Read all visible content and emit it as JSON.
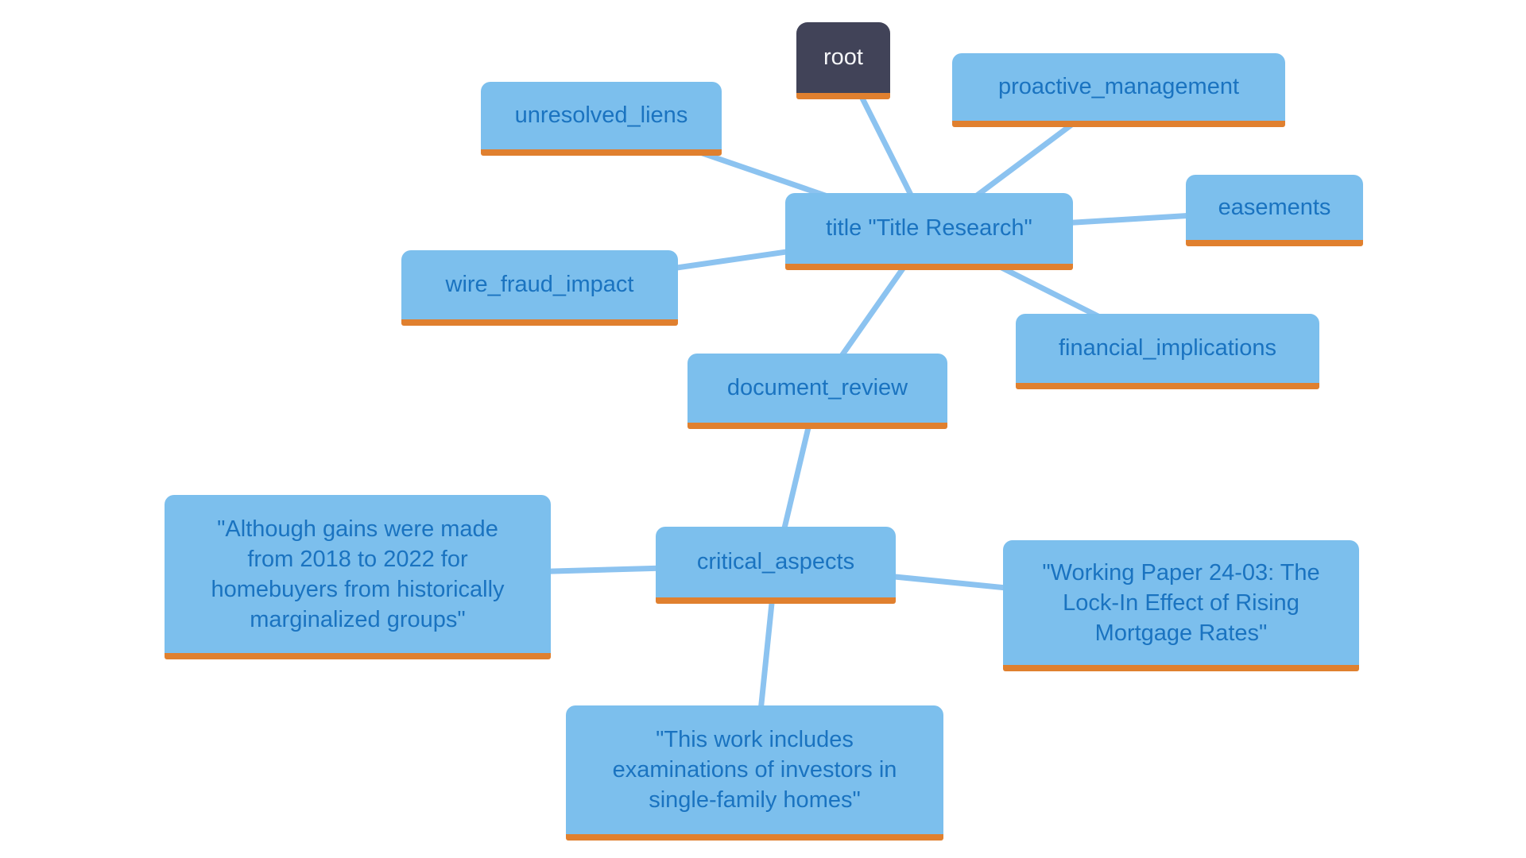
{
  "diagram_type": "mind-map",
  "nodes": {
    "root": {
      "label": "root"
    },
    "title": {
      "label": "title \"Title Research\""
    },
    "unresolved_liens": {
      "label": "unresolved_liens"
    },
    "proactive_management": {
      "label": "proactive_management"
    },
    "easements": {
      "label": "easements"
    },
    "wire_fraud_impact": {
      "label": "wire_fraud_impact"
    },
    "financial_implications": {
      "label": "financial_implications"
    },
    "document_review": {
      "label": "document_review"
    },
    "critical_aspects": {
      "label": "critical_aspects"
    },
    "quote_gains": {
      "label": "\"Although gains were made\nfrom 2018 to 2022 for\nhomebuyers from historically\nmarginalized groups\""
    },
    "quote_working_paper": {
      "label": "\"Working Paper 24-03: The\nLock-In Effect of Rising\nMortgage Rates\""
    },
    "quote_investors": {
      "label": "\"This work includes\nexaminations of investors in\nsingle-family homes\""
    }
  },
  "edges": [
    {
      "from": "root",
      "to": "title"
    },
    {
      "from": "unresolved_liens",
      "to": "title"
    },
    {
      "from": "proactive_management",
      "to": "title"
    },
    {
      "from": "easements",
      "to": "title"
    },
    {
      "from": "wire_fraud_impact",
      "to": "title"
    },
    {
      "from": "financial_implications",
      "to": "title"
    },
    {
      "from": "document_review",
      "to": "title"
    },
    {
      "from": "document_review",
      "to": "critical_aspects"
    },
    {
      "from": "critical_aspects",
      "to": "quote_gains"
    },
    {
      "from": "critical_aspects",
      "to": "quote_working_paper"
    },
    {
      "from": "critical_aspects",
      "to": "quote_investors"
    }
  ],
  "colors": {
    "background": "#FFFFFF",
    "node_fill": "#7CBFED",
    "node_text": "#1A73C0",
    "accent_underline": "#E0802F",
    "root_fill": "#414358",
    "root_text": "#F5F6F8",
    "edge": "#8CC3F0"
  }
}
